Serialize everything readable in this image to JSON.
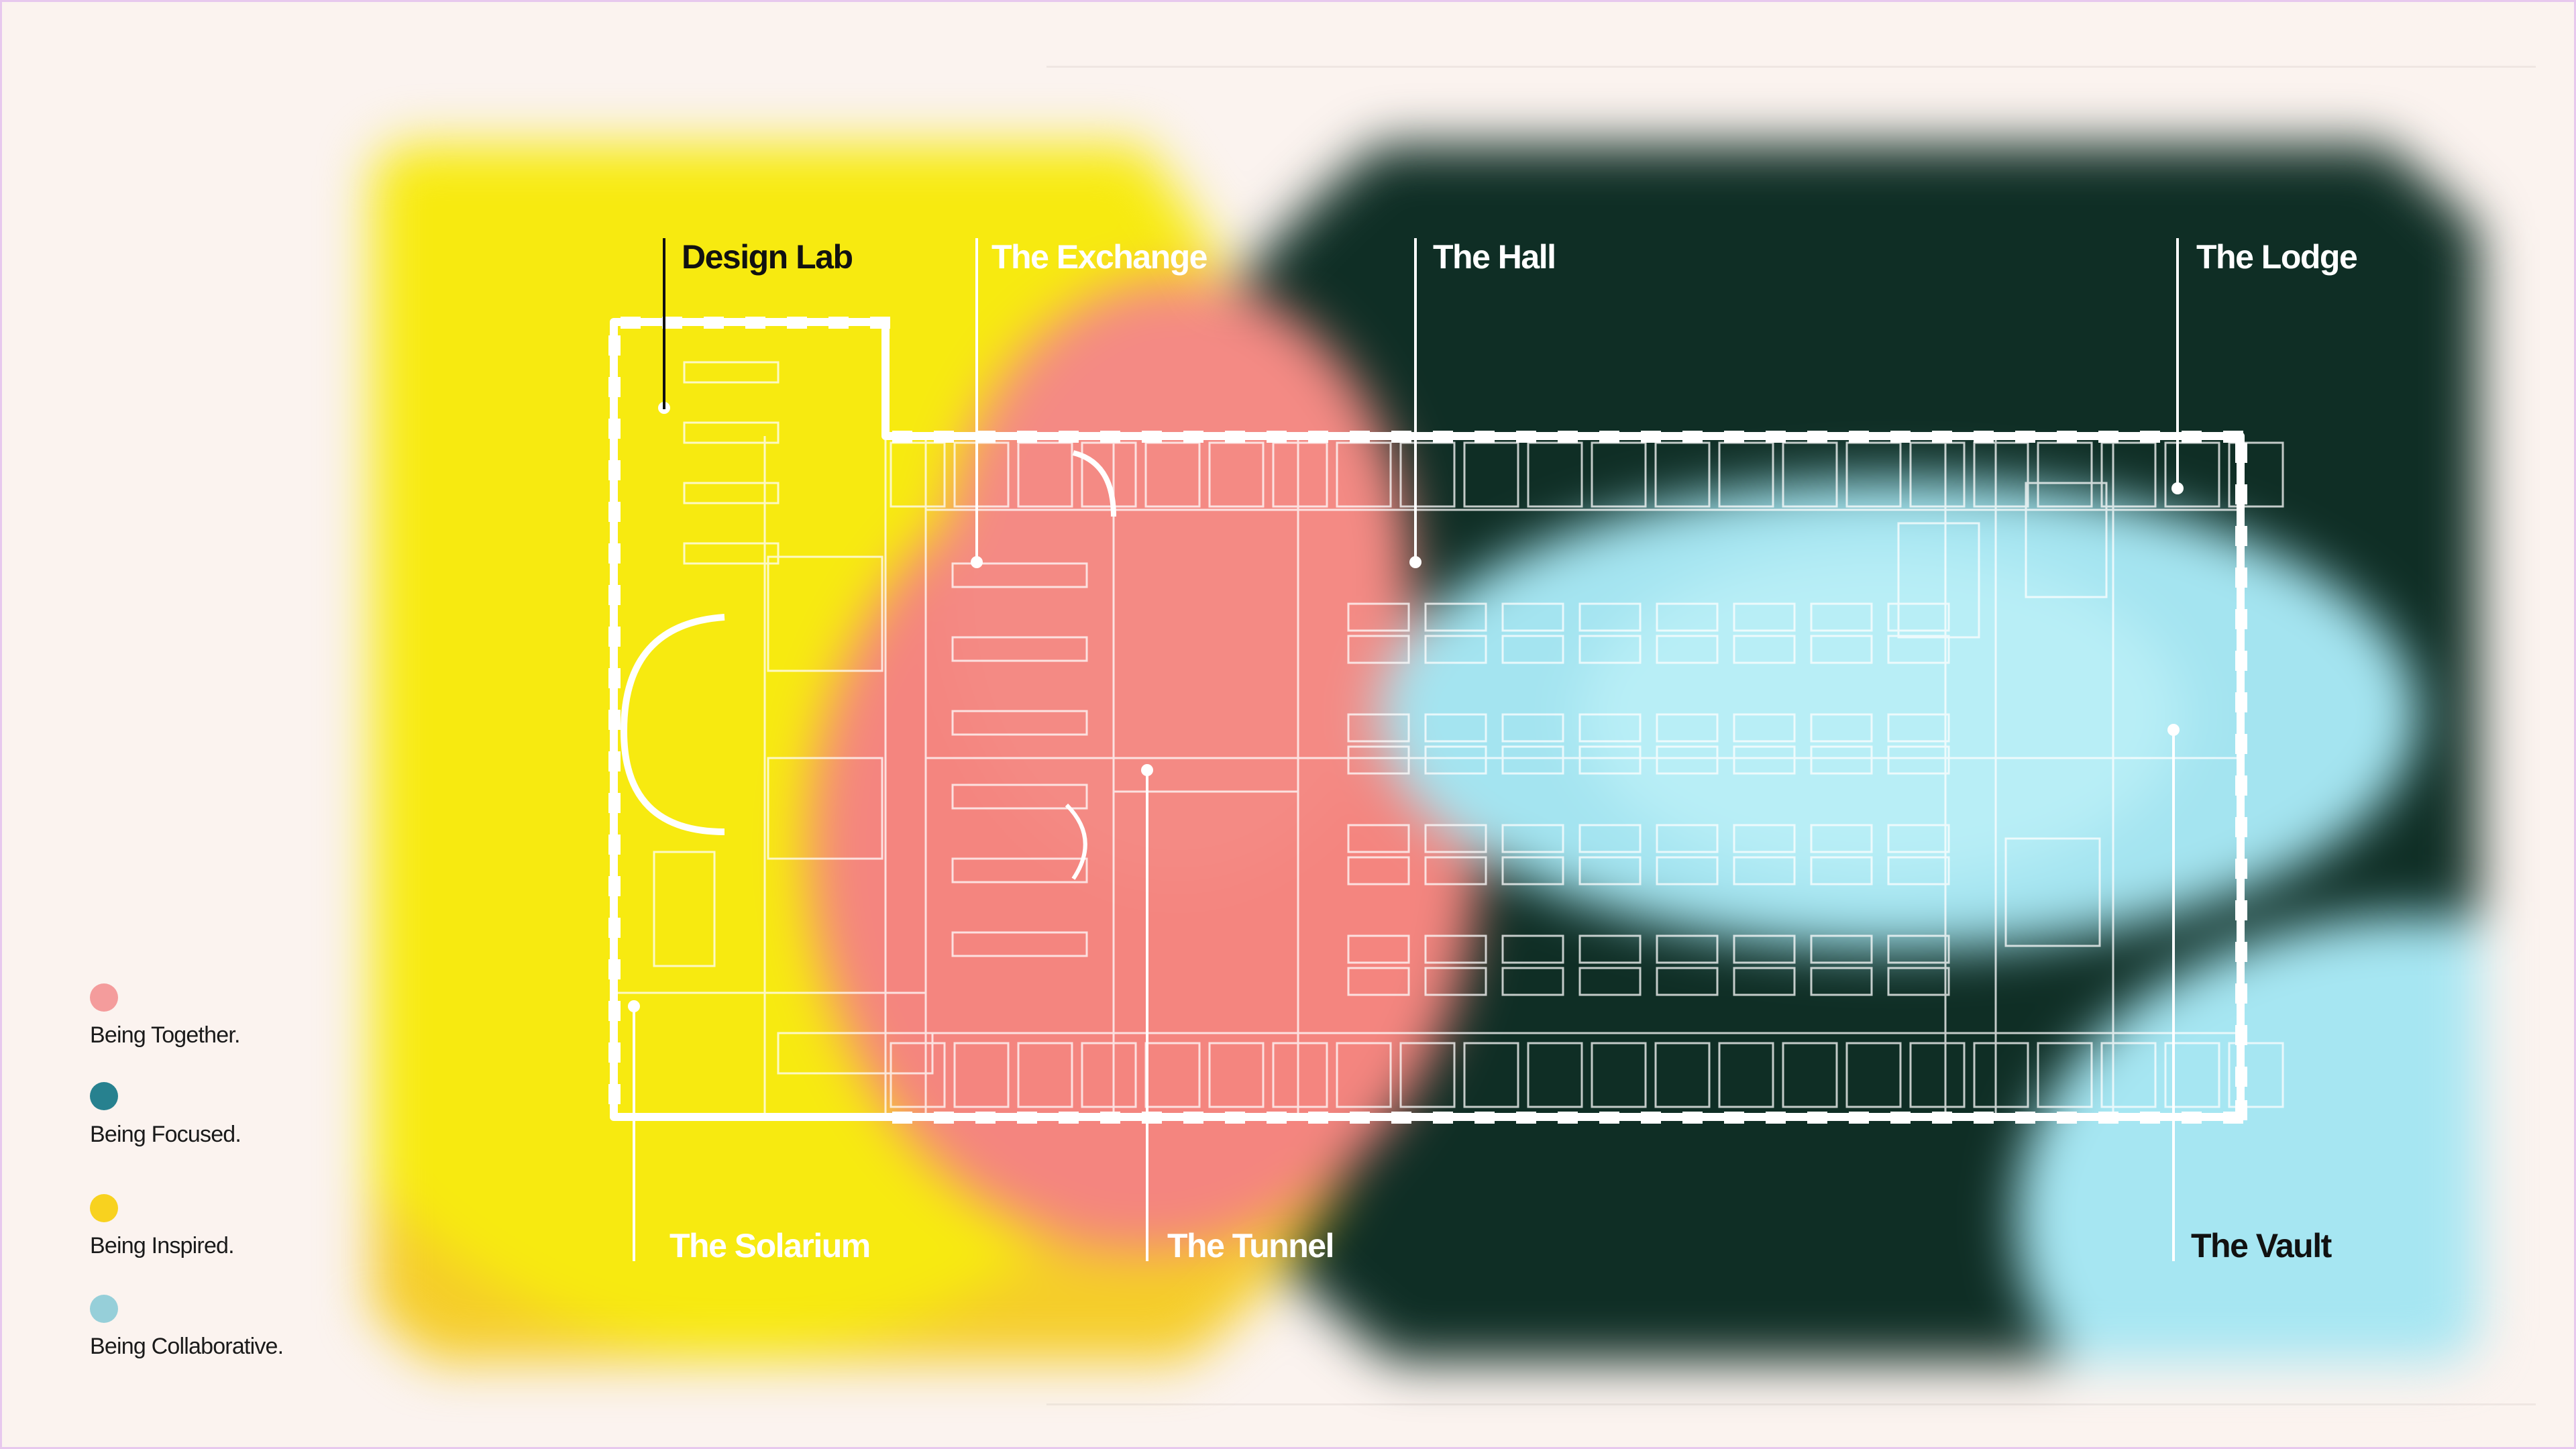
{
  "areas": {
    "design_lab": "Design Lab",
    "exchange": "The Exchange",
    "hall": "The Hall",
    "lodge": "The Lodge",
    "solarium": "The Solarium",
    "tunnel": "The Tunnel",
    "vault": "The Vault"
  },
  "legend": [
    {
      "label": "Being Together.",
      "color": "#f49c9c"
    },
    {
      "label": "Being Focused.",
      "color": "#27818f"
    },
    {
      "label": "Being Inspired.",
      "color": "#f8d21f"
    },
    {
      "label": "Being Collaborative.",
      "color": "#96cfd9"
    }
  ],
  "colors": {
    "inspired_yellow": "#f7ea10",
    "together_pink": "#f4857f",
    "focused_dark": "#0d2b22",
    "collaborative_blue": "#a6e6f2",
    "background": "#fbf3ef"
  }
}
